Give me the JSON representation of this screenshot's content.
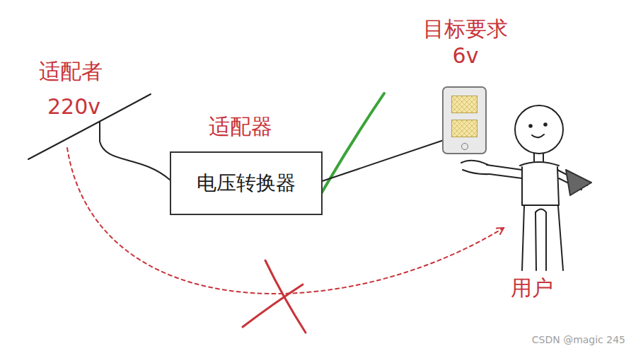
{
  "diagram": {
    "nodes": [
      {
        "text": [
          "适配者",
          "220v"
        ]
      },
      {
        "text": [
          "适配器",
          "电压转换器"
        ]
      },
      {
        "text": [
          "目标要求",
          "6v"
        ]
      },
      {
        "text": [
          "用户"
        ]
      }
    ],
    "edges": [
      {
        "from": 0,
        "to": 1,
        "arrow": "none"
      },
      {
        "from": 1,
        "to": 2,
        "arrow": "none"
      },
      {
        "from": 0,
        "to": 3,
        "arrow": "to"
      }
    ],
    "labels": [
      "CSDN @magic 245"
    ]
  }
}
